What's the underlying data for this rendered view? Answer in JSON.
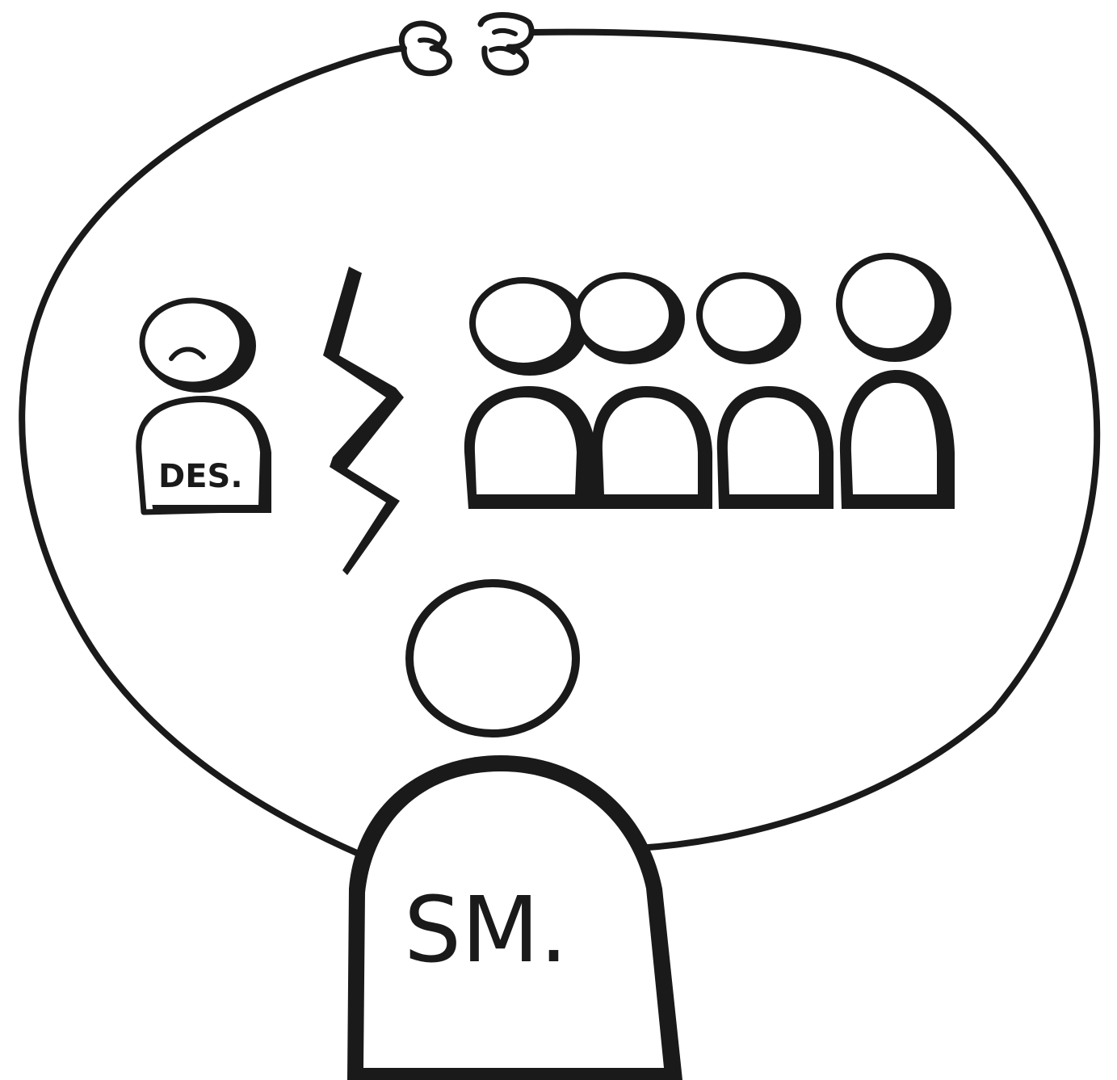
{
  "labels": {
    "designer": "DES.",
    "scrum_master": "SM."
  },
  "colors": {
    "ink": "#1a1a1a",
    "paper": "#ffffff"
  },
  "icons": {
    "thought_tail": "swirl",
    "designer_mood": "frown",
    "conflict": "lightning-bolt"
  }
}
